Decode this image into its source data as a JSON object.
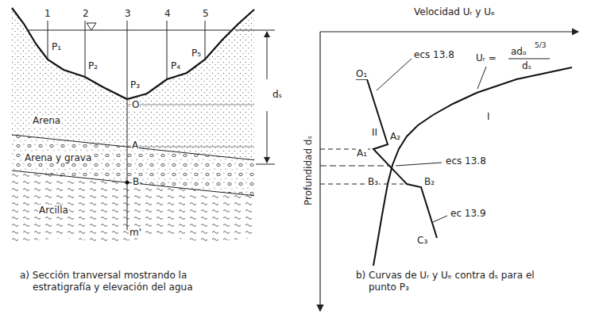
{
  "diagram": {
    "labels": [
      "1",
      "2",
      "3",
      "4",
      "5",
      "P₁",
      "P₂",
      "P₃",
      "P₄",
      "P₅",
      "Arena",
      "O",
      "A",
      "Arena y grava",
      "B",
      "Arcilla",
      "m'",
      "dₛ",
      "a) Sección tranversal mostrando la estratigrafía y elevación del agua",
      "Velocidad Uᵣ y Uₑ",
      "Profundidad dₛ",
      "O₁",
      "ecs 13.8",
      "II",
      "A₂",
      "A₁",
      "I",
      "Uᵣ =",
      "adₒ",
      "5/3",
      "dₛ",
      "ecs 13.8",
      "B₃",
      "B₂",
      "ec 13.9",
      "C₃",
      "b) Curvas de Uᵣ y Uₑ contra dₛ para el punto P₃"
    ]
  }
}
